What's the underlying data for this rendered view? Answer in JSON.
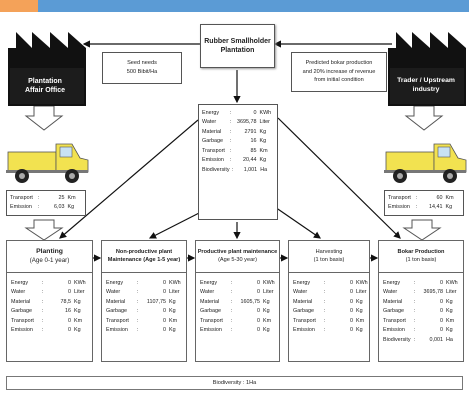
{
  "header": {
    "accent_colors": [
      "#f4a259",
      "#5b9bd5"
    ]
  },
  "nodes": {
    "plantation_office": {
      "label_line1": "Plantation",
      "label_line2": "Affair Office",
      "icon": "factory-icon"
    },
    "smallholder": {
      "label_line1": "Rubber Smallholder",
      "label_line2": "Plantation"
    },
    "upstream": {
      "label_line1": "Trader / Upstream",
      "label_line2": "industry",
      "icon": "factory-icon"
    }
  },
  "notes": {
    "seed_needs_line1": "Seed needs",
    "seed_needs_line2": "500 Bibit/Ha",
    "prediction_line1": "Predicted bokar production",
    "prediction_line2": "and 20% increase of revenue",
    "prediction_line3": "from initial condition"
  },
  "left_transport": [
    {
      "k": "Transport",
      "v": "25",
      "u": "Km"
    },
    {
      "k": "Emission",
      "v": "6,03",
      "u": "Kg"
    }
  ],
  "right_transport": [
    {
      "k": "Transport",
      "v": "60",
      "u": "Km"
    },
    {
      "k": "Emission",
      "v": "14,41",
      "u": "Kg"
    }
  ],
  "total": [
    {
      "k": "Energy",
      "v": "0",
      "u": "KWh"
    },
    {
      "k": "Water",
      "v": "3695,78",
      "u": "Liter"
    },
    {
      "k": "Material",
      "v": "2791",
      "u": "Kg"
    },
    {
      "k": "Garbage",
      "v": "16",
      "u": "Kg"
    },
    {
      "k": "Transport",
      "v": "85",
      "u": "Km"
    },
    {
      "k": "Emission",
      "v": "20,44",
      "u": "Kg"
    },
    {
      "k": "Biodiversity",
      "v": "1,001",
      "u": "Ha"
    }
  ],
  "stages": [
    {
      "title": "Planting",
      "subtitle": "(Age 0-1 year)",
      "rows": [
        {
          "k": "Energy",
          "v": "0",
          "u": "KWh"
        },
        {
          "k": "Water",
          "v": "0",
          "u": "Liter"
        },
        {
          "k": "Material",
          "v": "78,5",
          "u": "Kg"
        },
        {
          "k": "Garbage",
          "v": "16",
          "u": "Kg"
        },
        {
          "k": "Transport",
          "v": "0",
          "u": "Km"
        },
        {
          "k": "Emission",
          "v": "0",
          "u": "Kg"
        }
      ]
    },
    {
      "title": "Non-productive plant",
      "subtitle": "Maintenance (Age 1-5 year)",
      "rows": [
        {
          "k": "Energy",
          "v": "0",
          "u": "KWh"
        },
        {
          "k": "Water",
          "v": "0",
          "u": "Liter"
        },
        {
          "k": "Material",
          "v": "1107,75",
          "u": "Kg"
        },
        {
          "k": "Garbage",
          "v": "0",
          "u": "Kg"
        },
        {
          "k": "Transport",
          "v": "0",
          "u": "Km"
        },
        {
          "k": "Emission",
          "v": "0",
          "u": "Kg"
        }
      ]
    },
    {
      "title": "Productive plant maintenance",
      "subtitle": "(Age 5-30 year)",
      "rows": [
        {
          "k": "Energy",
          "v": "0",
          "u": "KWh"
        },
        {
          "k": "Water",
          "v": "0",
          "u": "Liter"
        },
        {
          "k": "Material",
          "v": "1605,75",
          "u": "Kg"
        },
        {
          "k": "Garbage",
          "v": "0",
          "u": "Kg"
        },
        {
          "k": "Transport",
          "v": "0",
          "u": "Km"
        },
        {
          "k": "Emission",
          "v": "0",
          "u": "Kg"
        }
      ]
    },
    {
      "title": "Harvesting",
      "subtitle": "(1 ton basis)",
      "rows": [
        {
          "k": "Energy",
          "v": "0",
          "u": "KWh"
        },
        {
          "k": "Water",
          "v": "0",
          "u": "Liter"
        },
        {
          "k": "Material",
          "v": "0",
          "u": "Kg"
        },
        {
          "k": "Garbage",
          "v": "0",
          "u": "Kg"
        },
        {
          "k": "Transport",
          "v": "0",
          "u": "Km"
        },
        {
          "k": "Emission",
          "v": "0",
          "u": "Kg"
        }
      ]
    },
    {
      "title": "Bokar Production",
      "subtitle": "(1 ton basis)",
      "rows": [
        {
          "k": "Energy",
          "v": "0",
          "u": "KWh"
        },
        {
          "k": "Water",
          "v": "3695,78",
          "u": "Liter"
        },
        {
          "k": "Material",
          "v": "0",
          "u": "Kg"
        },
        {
          "k": "Garbage",
          "v": "0",
          "u": "Kg"
        },
        {
          "k": "Transport",
          "v": "0",
          "u": "Km"
        },
        {
          "k": "Emission",
          "v": "0",
          "u": "Kg"
        },
        {
          "k": "Biodiversity",
          "v": "0,001",
          "u": "Ha"
        }
      ]
    }
  ],
  "footer": {
    "biodiversity": "Biodiversity : 1Ha"
  }
}
